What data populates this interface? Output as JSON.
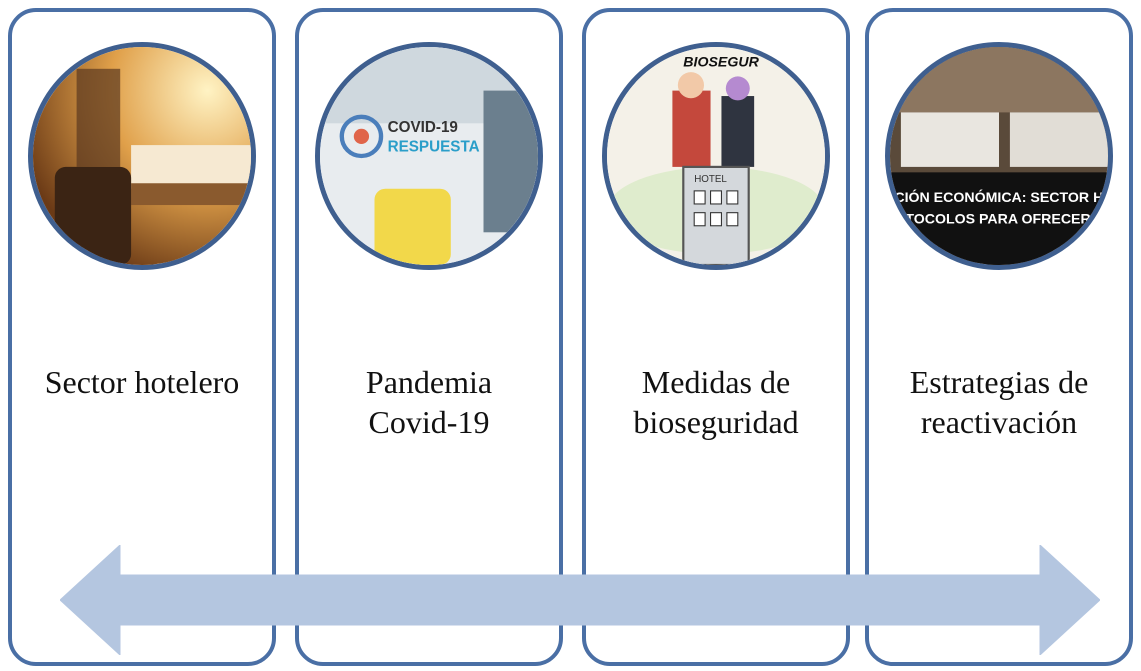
{
  "panels": [
    {
      "label_line1": "Sector hotelero",
      "label_line2": ""
    },
    {
      "label_line1": "Pandemia",
      "label_line2": "Covid-19",
      "image_text_1": "COVID-19",
      "image_text_2": "RESPUESTA"
    },
    {
      "label_line1": "Medidas de",
      "label_line2": "bioseguridad",
      "image_text_1": "BIOSEGUR",
      "image_text_2": "HOTEL"
    },
    {
      "label_line1": "Estrategias de",
      "label_line2": "reactivación",
      "image_text_1": "CIÓN ECONÓMICA: SECTOR HO",
      "image_text_2": "OTOCOLOS PARA OFRECER"
    }
  ],
  "colors": {
    "panel_border": "#4a6fa5",
    "arrow_fill": "#b4c6e0"
  }
}
